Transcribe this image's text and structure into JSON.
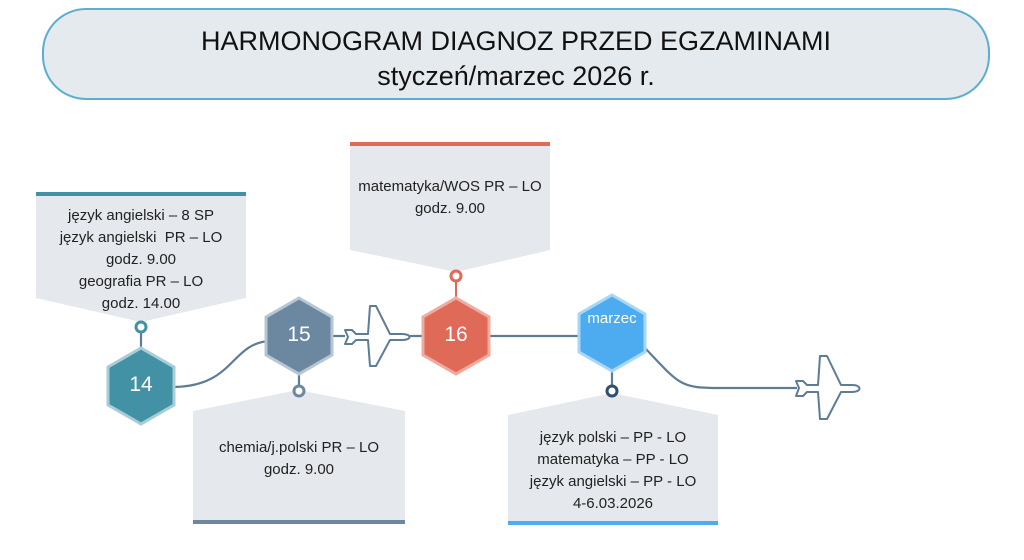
{
  "header": {
    "title": "HARMONOGRAM DIAGNOZ PRZED EGZAMINAMI",
    "subtitle": "styczeń/marzec 2026 r."
  },
  "nodes": [
    {
      "label": "14",
      "color": "#4391a5",
      "lines": [
        "język angielski – 8 SP",
        "język angielski  PR – LO",
        "godz. 9.00",
        "geografia PR – LO",
        "godz. 14.00"
      ]
    },
    {
      "label": "15",
      "color": "#6c88a0",
      "lines": [
        "chemia/j.polski PR – LO",
        "godz. 9.00"
      ]
    },
    {
      "label": "16",
      "color": "#e06a58",
      "lines": [
        "matematyka/WOS PR – LO",
        "godz. 9.00"
      ]
    },
    {
      "label": "marzec",
      "color": "#4dacf0",
      "lines": [
        "język polski – PP - LO",
        "matematyka – PP - LO",
        "język angielski – PP - LO",
        "4-6.03.2026"
      ]
    }
  ]
}
